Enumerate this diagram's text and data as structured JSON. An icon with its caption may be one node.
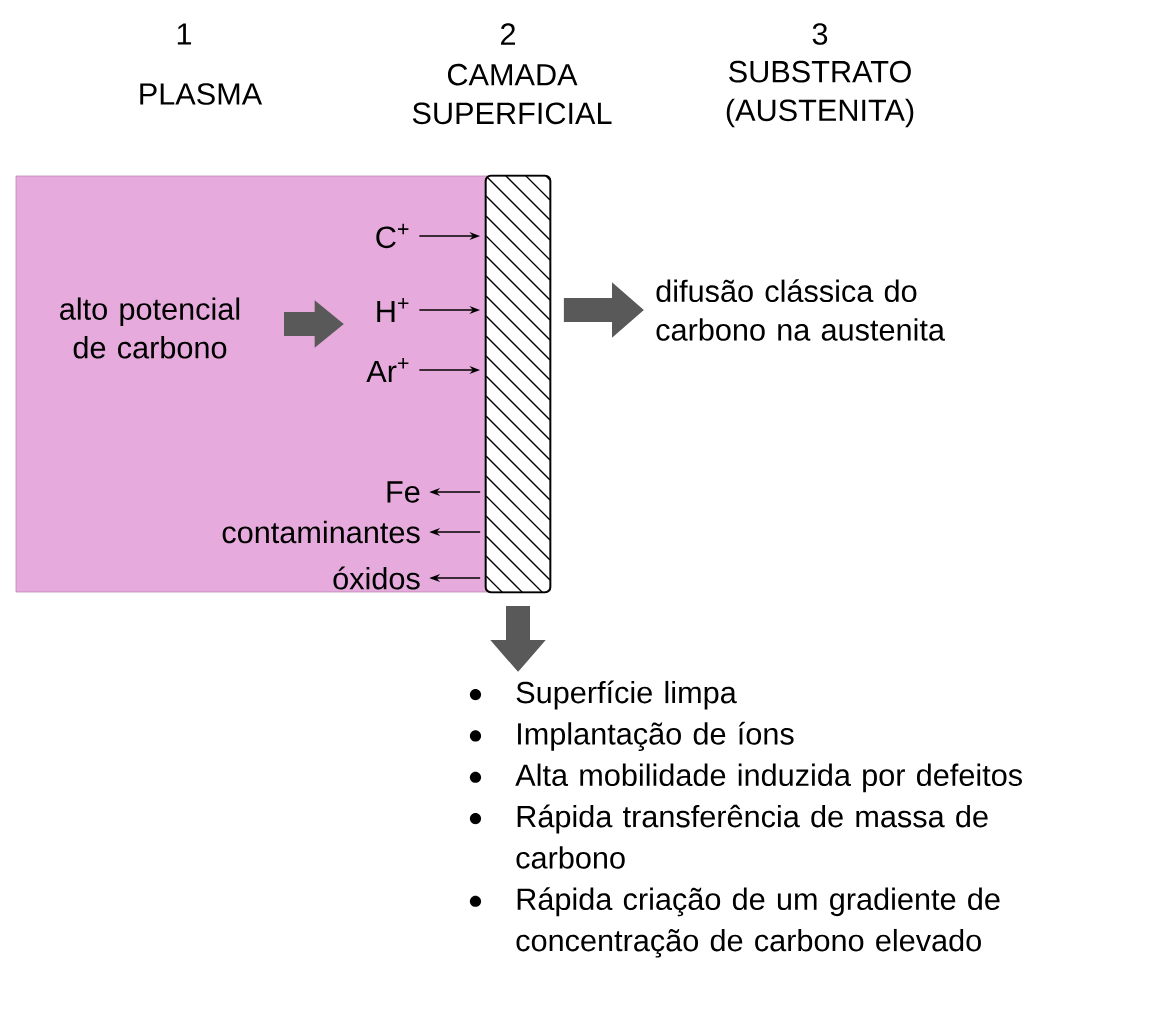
{
  "diagram": {
    "nodes": [
      {
        "text": [],
        "shape": "box"
      },
      {
        "text": [
          "alto potencial de carbono"
        ],
        "in": 0
      },
      {
        "text": [
          "C$^{+}$"
        ],
        "in": 0
      },
      {
        "text": [
          "H$^{+}$"
        ],
        "in": 0
      },
      {
        "text": [
          "Ar$^{+}$"
        ],
        "in": 0
      },
      {
        "text": [
          "Fe"
        ],
        "in": 0
      },
      {
        "text": [
          "contaminantes"
        ],
        "in": 0
      },
      {
        "text": [
          "óxidos"
        ],
        "in": 0
      },
      {
        "text": [],
        "shape": "box"
      },
      {
        "text": [
          "difusão clássica do carbono na austenita"
        ]
      },
      {
        "text": [
          "Superfície limpa",
          "Implantação de íons",
          "Alta mobilidade induzida por defeitos",
          "Rápida transferência de massa de carbono",
          "Rápida criação de um gradiente de concentração de carbono elevado"
        ]
      }
    ],
    "edges": [
      {
        "from": 2,
        "to": 8,
        "arrow": "to"
      },
      {
        "from": 3,
        "to": 8,
        "arrow": "to"
      },
      {
        "from": 4,
        "to": 8,
        "arrow": "to"
      },
      {
        "from": 8,
        "to": 5,
        "arrow": "to"
      },
      {
        "from": 8,
        "to": 6,
        "arrow": "to"
      },
      {
        "from": 8,
        "to": 7,
        "arrow": "to"
      },
      {
        "from": 8,
        "to": 9,
        "arrow": "to",
        "style": "thick"
      },
      {
        "from": 8,
        "to": 10,
        "arrow": "to",
        "style": "thick"
      }
    ],
    "labels": [
      "1",
      "PLASMA",
      "2",
      "CAMADA SUPERFICIAL",
      "3",
      "SUBSTRATO (AUSTENITA)"
    ]
  }
}
